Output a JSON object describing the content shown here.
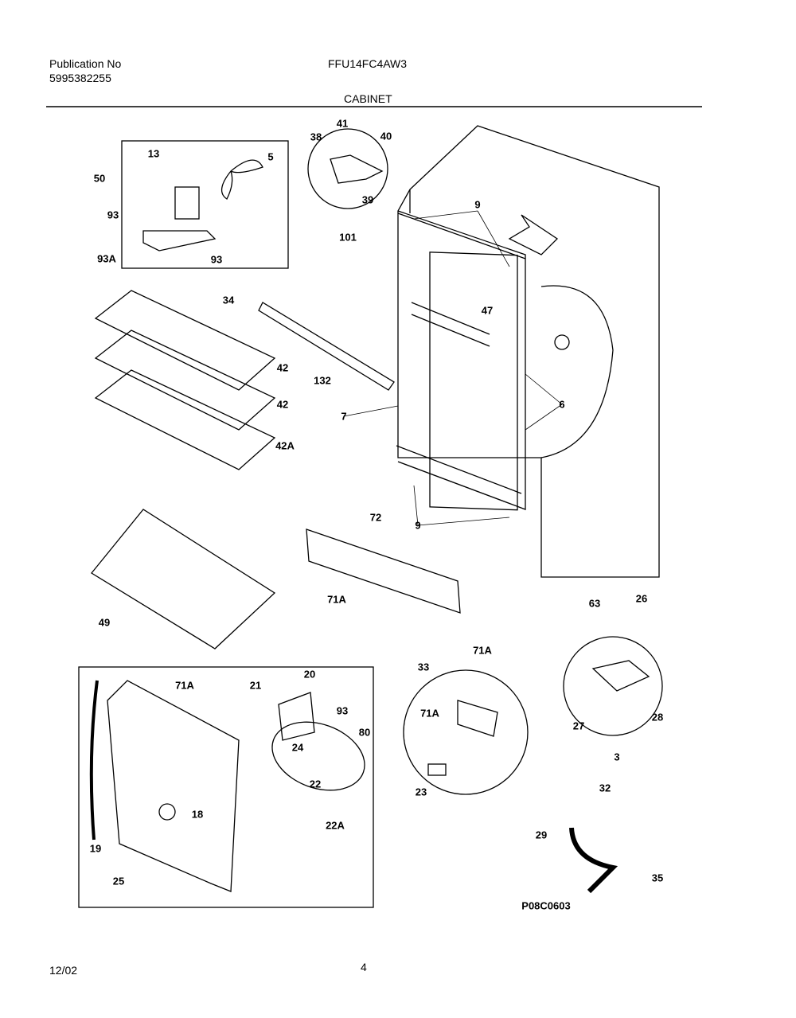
{
  "header": {
    "publication_label": "Publication No",
    "publication_number": "5995382255",
    "model": "FFU14FC4AW3",
    "section": "CABINET"
  },
  "footer": {
    "date": "12/02",
    "page": "4"
  },
  "diagram_id": "P08C0603",
  "callouts": [
    "13",
    "5",
    "50",
    "93",
    "93A",
    "93",
    "38",
    "41",
    "40",
    "39",
    "101",
    "9",
    "34",
    "47",
    "42",
    "42",
    "132",
    "7",
    "6",
    "42A",
    "9",
    "72",
    "71A",
    "49",
    "63",
    "26",
    "71A",
    "33",
    "71A",
    "23",
    "27",
    "28",
    "3",
    "32",
    "29",
    "35",
    "20",
    "21",
    "71A",
    "93",
    "80",
    "24",
    "22",
    "18",
    "22A",
    "19",
    "25"
  ]
}
